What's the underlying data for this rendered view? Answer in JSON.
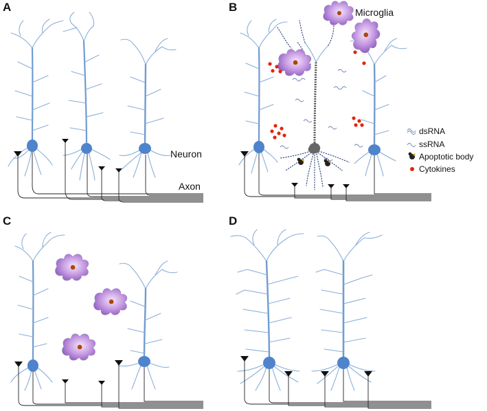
{
  "panels": {
    "A": {
      "letter": "A",
      "neuron_label": "Neuron",
      "axon_label": "Axon"
    },
    "B": {
      "letter": "B",
      "microglia_label": "Microglia",
      "legend": [
        {
          "icon": "dsrna-icon",
          "label": "dsRNA"
        },
        {
          "icon": "ssrna-icon",
          "label": "ssRNA"
        },
        {
          "icon": "apoptotic-body-icon",
          "label": "Apoptotic body"
        },
        {
          "icon": "cytokine-icon",
          "label": "Cytokines"
        }
      ]
    },
    "C": {
      "letter": "C"
    },
    "D": {
      "letter": "D"
    }
  },
  "colors": {
    "neuron_soma": "#4f83cc",
    "dendrite": "#8aaed8",
    "microglia": "#9b6bc6",
    "cytokine": "#e2260e",
    "apoptotic_neuron": "#555555",
    "axon": "#222222"
  }
}
